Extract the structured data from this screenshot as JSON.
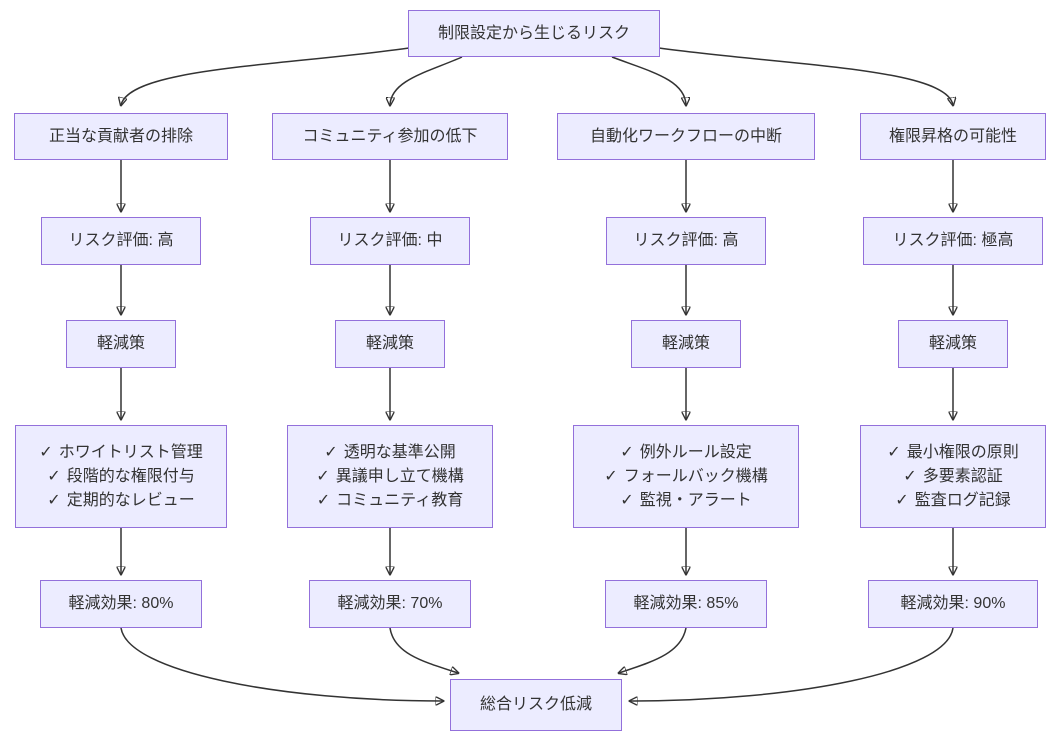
{
  "diagram": {
    "root": {
      "label": "制限設定から生じるリスク"
    },
    "columns": [
      {
        "risk": "正当な貢献者の排除",
        "assessment": "リスク評価: 高",
        "mitigation_label": "軽減策",
        "measures": [
          "ホワイトリスト管理",
          "段階的な権限付与",
          "定期的なレビュー"
        ],
        "effect": "軽減効果: 80%"
      },
      {
        "risk": "コミュニティ参加の低下",
        "assessment": "リスク評価: 中",
        "mitigation_label": "軽減策",
        "measures": [
          "透明な基準公開",
          "異議申し立て機構",
          "コミュニティ教育"
        ],
        "effect": "軽減効果: 70%"
      },
      {
        "risk": "自動化ワークフローの中断",
        "assessment": "リスク評価: 高",
        "mitigation_label": "軽減策",
        "measures": [
          "例外ルール設定",
          "フォールバック機構",
          "監視・アラート"
        ],
        "effect": "軽減効果: 85%"
      },
      {
        "risk": "権限昇格の可能性",
        "assessment": "リスク評価: 極高",
        "mitigation_label": "軽減策",
        "measures": [
          "最小権限の原則",
          "多要素認証",
          "監査ログ記録"
        ],
        "effect": "軽減効果: 90%"
      }
    ],
    "sink": {
      "label": "総合リスク低減"
    },
    "glyphs": {
      "check": "✓"
    },
    "colors": {
      "node_fill": "#ECECFF",
      "node_border": "#9370DB",
      "edge": "#333333",
      "text": "#333333",
      "background": "#FFFFFF"
    }
  }
}
